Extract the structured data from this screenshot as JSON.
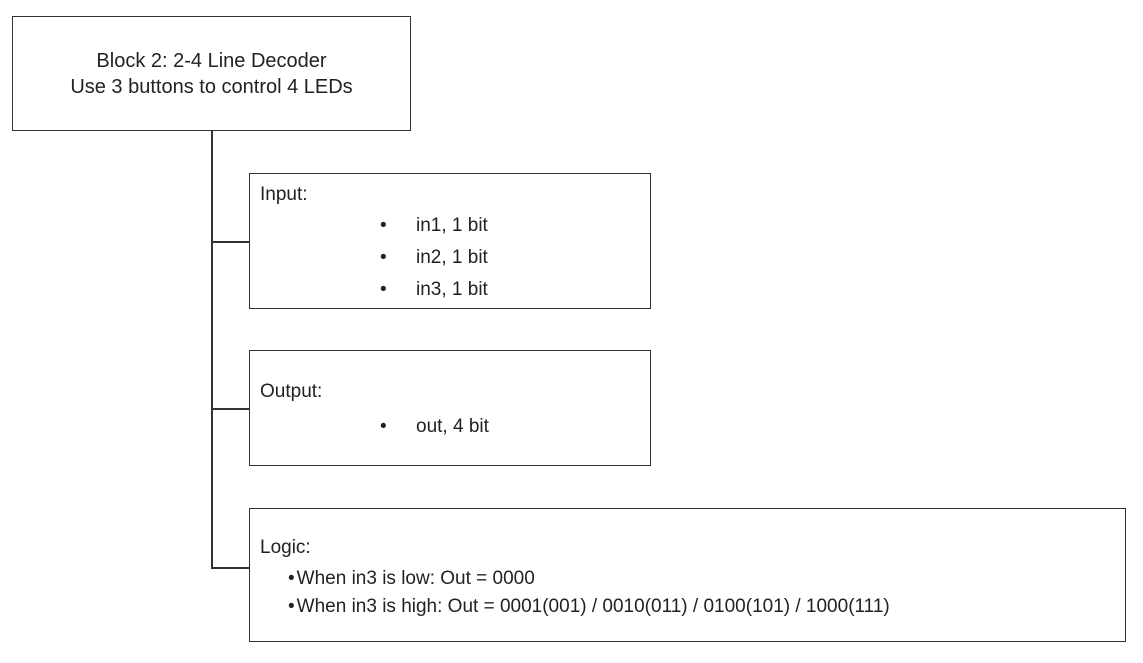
{
  "title_box": {
    "line1": "Block 2: 2-4 Line Decoder",
    "line2": "Use 3 buttons to control 4 LEDs"
  },
  "input_box": {
    "heading": "Input:",
    "items": [
      "in1, 1 bit",
      "in2, 1 bit",
      "in3, 1 bit"
    ]
  },
  "output_box": {
    "heading": "Output:",
    "items": [
      "out, 4 bit"
    ]
  },
  "logic_box": {
    "heading": "Logic:",
    "items": [
      "When in3 is low: Out = 0000",
      "When in3 is high: Out = 0001(001) / 0010(011) / 0100(101) / 1000(111)"
    ]
  },
  "bullet_glyph": "•",
  "colors": {
    "border": "#333333",
    "text": "#222222",
    "background": "#ffffff"
  }
}
